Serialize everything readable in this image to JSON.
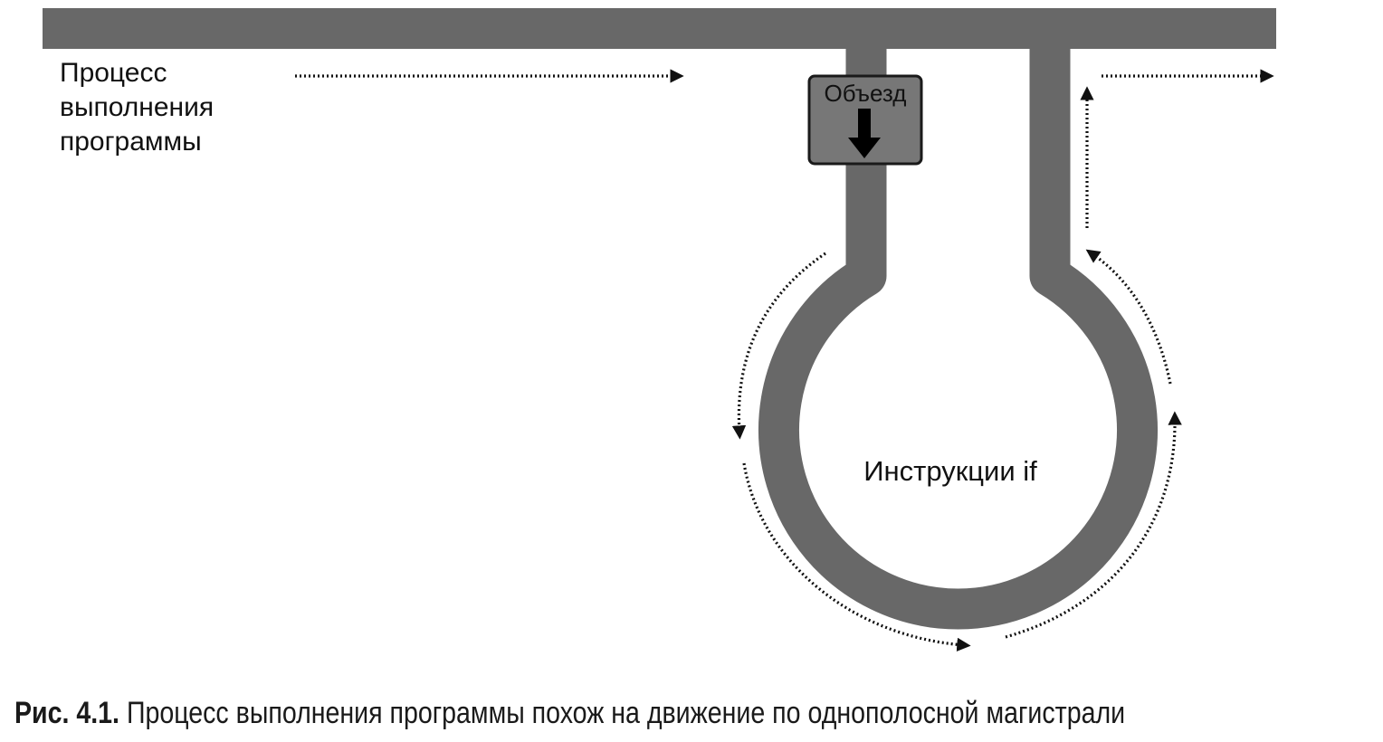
{
  "diagram": {
    "flow_label": "Процесс выполнения программы",
    "detour_sign": "Объезд",
    "loop_label": "Инструкции if"
  },
  "caption": {
    "number": "Рис. 4.1.",
    "text": "Процесс выполнения программы похож на движение по однополосной магистрали"
  },
  "colors": {
    "road": "#686868",
    "sign_fill": "#777777",
    "arrows": "#111111",
    "text": "#111111"
  },
  "icons": {
    "detour_arrow": "arrow-down-icon",
    "flow_arrows": "dotted-arrow-icon"
  }
}
